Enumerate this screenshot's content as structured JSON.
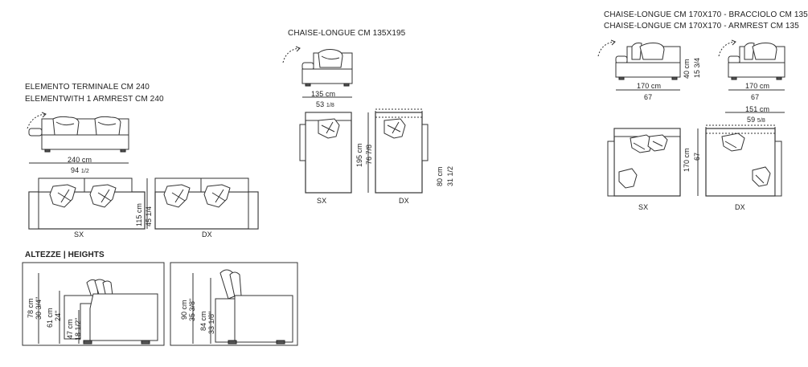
{
  "terminal": {
    "title_it": "ELEMENTO TERMINALE CM 240",
    "title_en": "ELEMENTWITH 1 ARMREST CM 240",
    "width_cm": "240 cm",
    "width_in_whole": "94",
    "width_in_frac": "1/2",
    "depth_cm": "115 cm",
    "depth_in": "45 1/4",
    "label_sx": "SX",
    "label_dx": "DX"
  },
  "chaise135": {
    "title": "CHAISE-LONGUE CM 135X195",
    "width_cm": "135 cm",
    "width_in_whole": "53",
    "width_in_frac": "1/8",
    "length_cm": "195 cm",
    "length_in": "76 7/8",
    "height_cm": "80 cm",
    "height_in": "31 1/2",
    "label_sx": "SX",
    "label_dx": "DX"
  },
  "chaise170": {
    "title_it": "CHAISE-LONGUE CM 170X170 - BRACCIOLO CM 135",
    "title_en": "CHAISE-LONGUE CM 170X170 - ARMREST CM 135",
    "height_cm": "40 cm",
    "height_in": "15 3/4",
    "width_cm_left": "170 cm",
    "width_in_left": "67",
    "width_cm_right": "170 cm",
    "width_in_right": "67",
    "armrest_cm": "151 cm",
    "armrest_in_whole": "59",
    "armrest_in_frac": "5/8",
    "depth_cm": "170 cm",
    "depth_in": "67",
    "label_sx": "SX",
    "label_dx": "DX"
  },
  "heights": {
    "title": "ALTEZZE | HEIGHTS",
    "left": {
      "h1_cm": "78 cm",
      "h1_in": "30 3/4\"",
      "h2_cm": "61 cm",
      "h2_in": "24\"",
      "h3_cm": "47 cm",
      "h3_in": "18 1/2\""
    },
    "right": {
      "h1_cm": "90 cm",
      "h1_in": "35 3/8\"",
      "h2_cm": "84 cm",
      "h2_in": "33 1/8\""
    }
  }
}
